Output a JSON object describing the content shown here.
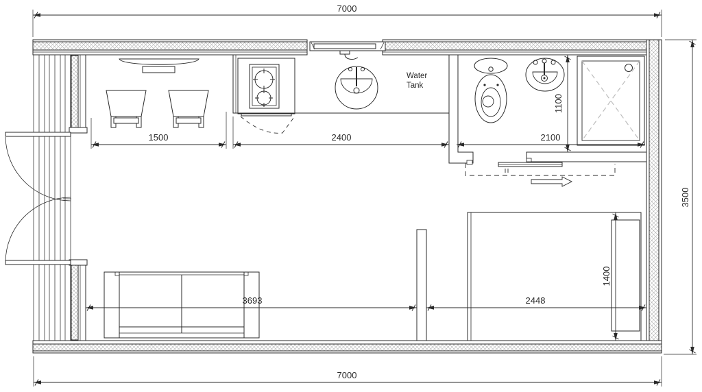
{
  "drawing": {
    "type": "floor-plan",
    "dims": {
      "width_top": "7000",
      "width_bottom": "7000",
      "height_right": "3500",
      "dining_zone": "1500",
      "kitchen_zone": "2400",
      "bathroom_width": "2100",
      "bathroom_depth": "1100",
      "living_zone": "3693",
      "bed_zone": "2448",
      "bed_depth": "1400"
    },
    "labels": {
      "water_tank_line1": "Water",
      "water_tank_line2": "Tank"
    },
    "colors": {
      "line": "#2a2a2a",
      "hatch": "#8f8f8f",
      "shower_cross": "#bdbdbd",
      "background": "#ffffff"
    }
  }
}
